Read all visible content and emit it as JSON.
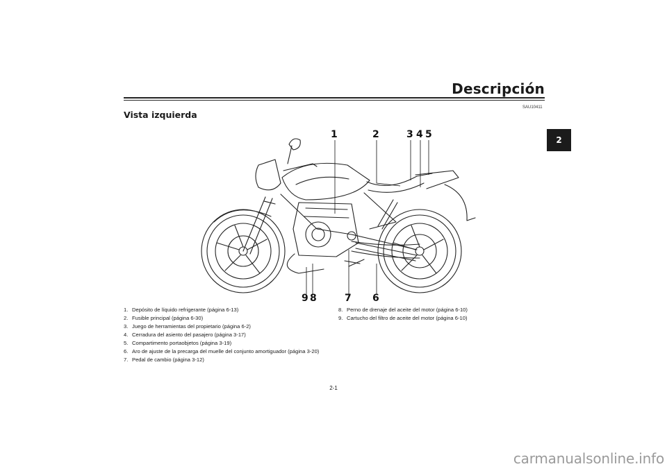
{
  "header": {
    "title": "Descripción",
    "chapter_tab": "2"
  },
  "doc_code": "SAU10411",
  "section_title": "Vista izquierda",
  "callouts_top": [
    "1",
    "2",
    "3",
    "4",
    "5"
  ],
  "callouts_bottom": [
    "9",
    "8",
    "7",
    "6"
  ],
  "legend_left": [
    {
      "num": "1.",
      "text": "Depósito de líquido refrigerante (página 6-13)"
    },
    {
      "num": "2.",
      "text": "Fusible principal (página 6-30)"
    },
    {
      "num": "3.",
      "text": "Juego de herramientas del propietario (página 6-2)"
    },
    {
      "num": "4.",
      "text": "Cerradura del asiento del pasajero (página 3-17)"
    },
    {
      "num": "5.",
      "text": "Compartimento portaobjetos (página 3-19)"
    },
    {
      "num": "6.",
      "text": "Aro de ajuste de la precarga del muelle del conjunto amortiguador (página 3-20)"
    },
    {
      "num": "7.",
      "text": "Pedal de cambio (página 3-12)"
    }
  ],
  "legend_right": [
    {
      "num": "8.",
      "text": "Perno de drenaje del aceite del motor (página 6-10)"
    },
    {
      "num": "9.",
      "text": "Cartucho del filtro de aceite del motor (página 6-10)"
    }
  ],
  "page_number": "2-1",
  "watermark": "carmanualsonline.info"
}
